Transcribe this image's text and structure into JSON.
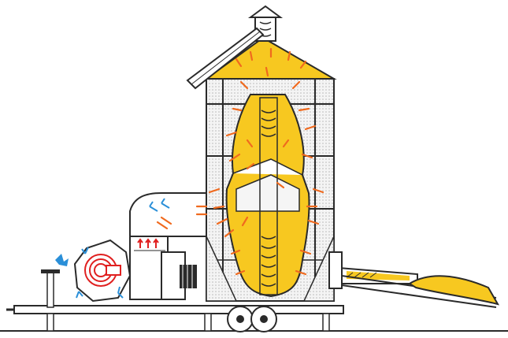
{
  "colors": {
    "grain": "#f7c820",
    "grain_dark": "#e0a800",
    "outline": "#2a2a2a",
    "hot_air": "#f06a1e",
    "cold_air": "#2a8fd8",
    "heater_red": "#e02020",
    "metal_light": "#e8e8e8",
    "mesh": "#cfcfcf",
    "background": "#ffffff"
  },
  "components": [
    {
      "name": "grain-hopper-roof",
      "icon": "conical-roof"
    },
    {
      "name": "top-auger-housing",
      "icon": "auger-head"
    },
    {
      "name": "loading-chute",
      "icon": "inclined-chute"
    },
    {
      "name": "perforated-drying-column",
      "icon": "mesh-wall"
    },
    {
      "name": "central-grain-column",
      "icon": "grain-core"
    },
    {
      "name": "vertical-auger",
      "icon": "screw-auger"
    },
    {
      "name": "hot-air-plenum",
      "icon": "air-duct"
    },
    {
      "name": "burner-heater",
      "icon": "burner-coil"
    },
    {
      "name": "fan-housing",
      "icon": "fan"
    },
    {
      "name": "drive-motor",
      "icon": "motor"
    },
    {
      "name": "discharge-auger",
      "icon": "auger"
    },
    {
      "name": "transport-trailer",
      "icon": "trailer"
    }
  ]
}
